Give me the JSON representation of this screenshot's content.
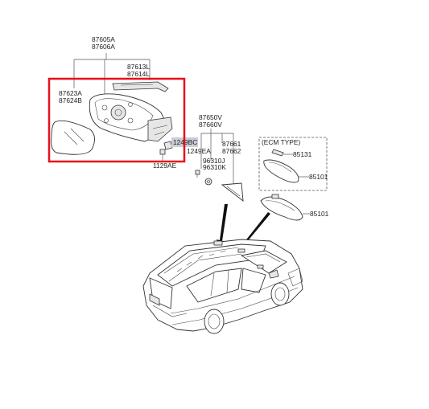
{
  "diagram": {
    "highlight_color": "#e8101a",
    "labels": {
      "mirror_assy": [
        "87605A",
        "87606A"
      ],
      "cover": [
        "87613L",
        "87614L"
      ],
      "mirror_glass": [
        "87623A",
        "87624B"
      ],
      "clip_1": "1249BC",
      "screw_1": "1249EA",
      "screw_2": "1129AE",
      "inside_housing": [
        "87650V",
        "87660V"
      ],
      "inside_cover": [
        "87661",
        "87662"
      ],
      "sensor": [
        "96310J",
        "96310K"
      ],
      "ecm_type": "(ECM TYPE)",
      "ecm_part": "85131",
      "ecm_mirror": "85101",
      "std_mirror": "85101"
    }
  }
}
